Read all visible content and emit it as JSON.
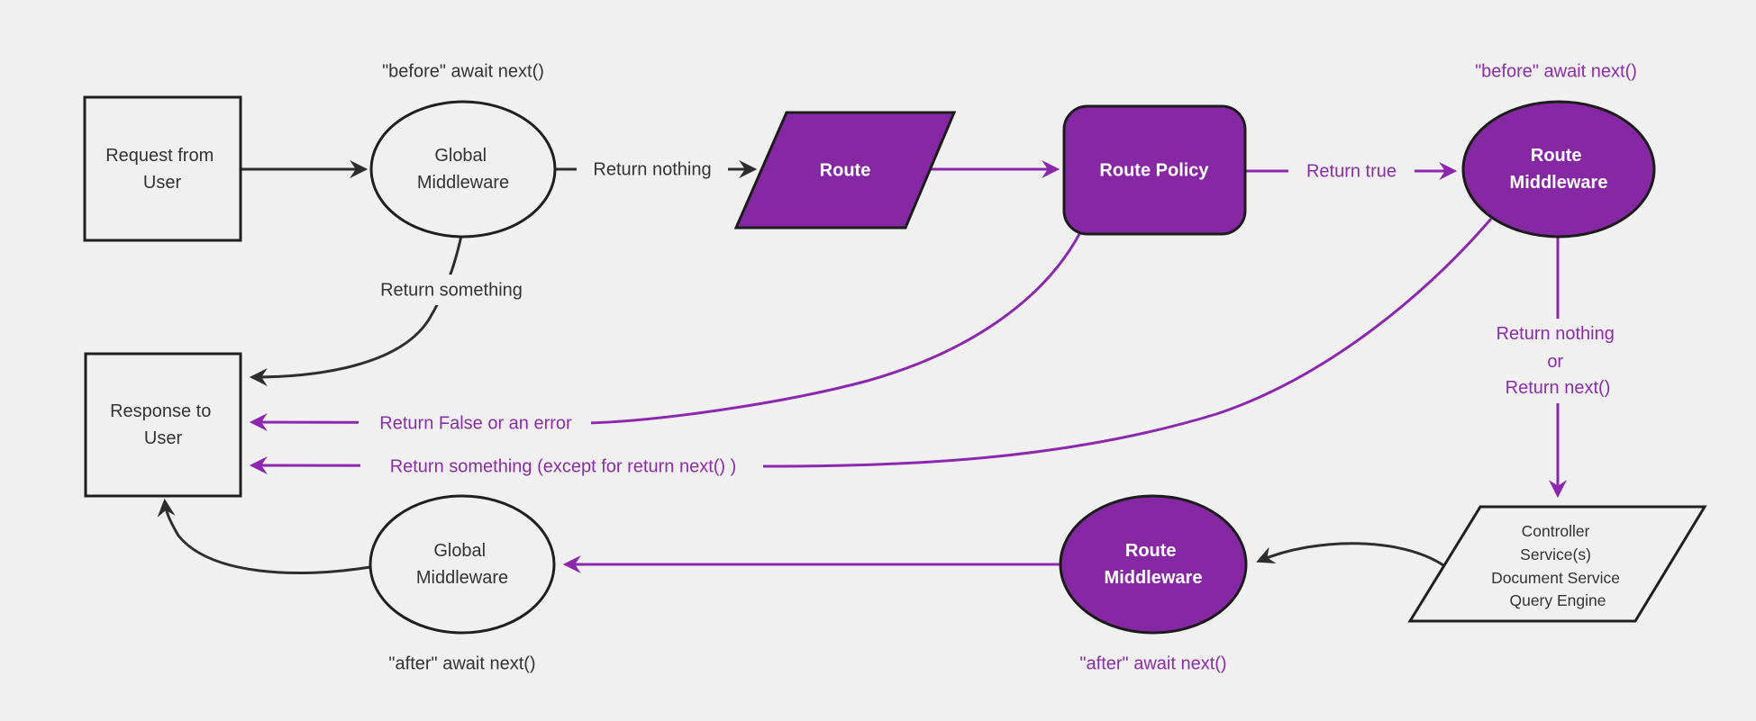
{
  "diagram": {
    "type": "flowchart",
    "colors": {
      "background": "#f0f0f0",
      "purple_fill": "#8627a3",
      "purple_line": "#8c28ae",
      "purple_text": "#8b2da8",
      "dark_line": "#2e2e2e",
      "dark_text": "#333333",
      "node_border": "#1f1f1f",
      "white_text": "#ffffff"
    },
    "nodes": {
      "request": {
        "lines": [
          "Request from",
          "User"
        ]
      },
      "global_middleware_top": {
        "lines": [
          "Global",
          "Middleware"
        ]
      },
      "route": {
        "label": "Route"
      },
      "route_policy": {
        "label": "Route Policy"
      },
      "route_middleware_top": {
        "lines": [
          "Route",
          "Middleware"
        ]
      },
      "controller": {
        "lines": [
          "Controller",
          "Service(s)",
          "Document Service",
          "Query Engine"
        ]
      },
      "route_middleware_bottom": {
        "lines": [
          "Route",
          "Middleware"
        ]
      },
      "global_middleware_bottom": {
        "lines": [
          "Global",
          "Middleware"
        ]
      },
      "response": {
        "lines": [
          "Response to",
          "User"
        ]
      }
    },
    "edge_labels": {
      "before_await_next_black": "\"before\" await next()",
      "return_nothing_black": "Return nothing",
      "return_something_black": "Return something",
      "return_true": "Return true",
      "before_await_next_purple": "\"before\" await next()",
      "return_nothing_or": {
        "lines": [
          "Return nothing",
          "or",
          "Return next()"
        ]
      },
      "return_false_or_error": "Return False or an error",
      "return_something_except": "Return something (except for return next() )",
      "after_await_next_purple": "\"after\" await next()",
      "after_await_next_black": "\"after\" await next()"
    }
  }
}
